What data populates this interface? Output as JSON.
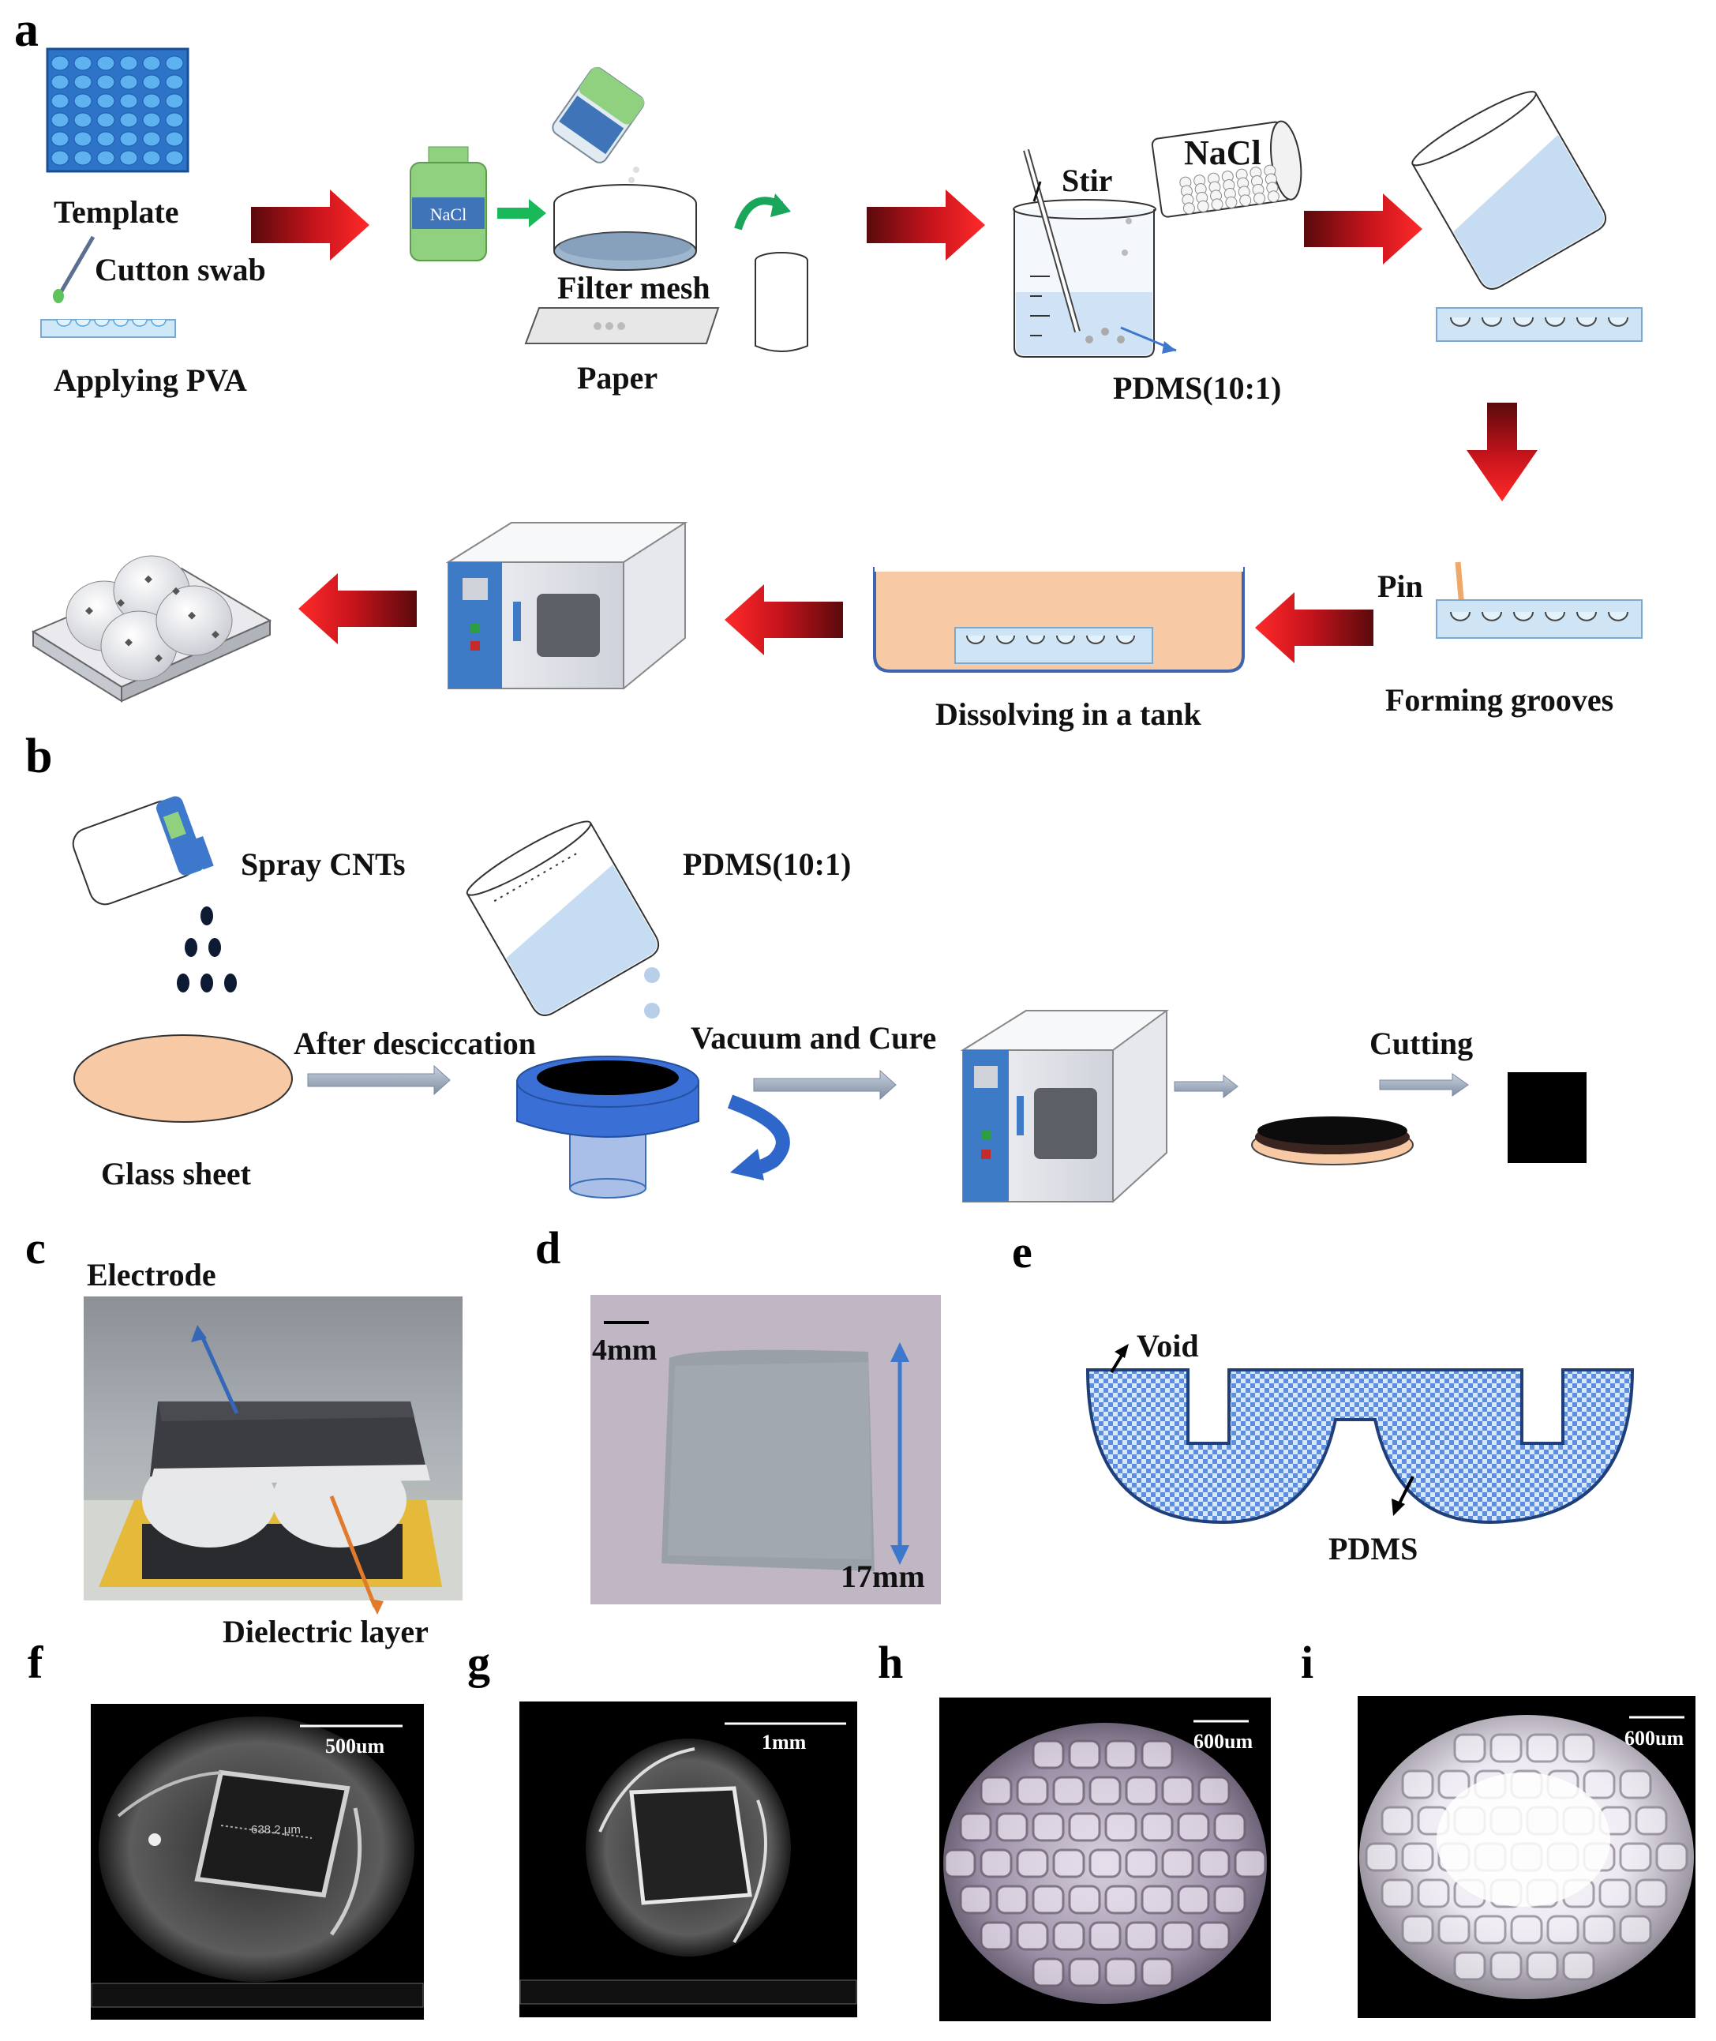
{
  "panels": {
    "a": {
      "letter": "a",
      "template": "Template",
      "swab": "Cutton swab",
      "pva": "Applying PVA",
      "nacl_bottle": "NaCl",
      "filter": "Filter mesh",
      "paper": "Paper",
      "stir": "Stir",
      "nacl_beaker": "NaCl",
      "pdms": "PDMS(10:1)",
      "pin": "Pin",
      "grooves": "Forming grooves",
      "tank": "Dissolving in a tank"
    },
    "b": {
      "letter": "b",
      "spray": "Spray CNTs",
      "pdms": "PDMS(10:1)",
      "after": "After desciccation",
      "vacuum": "Vacuum and Cure",
      "cutting": "Cutting",
      "glass": "Glass sheet"
    },
    "c": {
      "letter": "c",
      "electrode": "Electrode",
      "dielectric": "Dielectric layer"
    },
    "d": {
      "letter": "d",
      "scale": "4mm",
      "size": "17mm"
    },
    "e": {
      "letter": "e",
      "void": "Void",
      "pdms": "PDMS"
    },
    "f": {
      "letter": "f",
      "scale": "500um",
      "measure": "638.2 µm"
    },
    "g": {
      "letter": "g",
      "scale": "1mm"
    },
    "h": {
      "letter": "h",
      "scale": "600um"
    },
    "i": {
      "letter": "i",
      "scale": "600um"
    }
  },
  "colors": {
    "arrow_red": "#c8141c",
    "blue_dark": "#1f4f9a",
    "blue_mid": "#3e78cc",
    "blue_light": "#cfe5f6",
    "peach": "#f7c9a5",
    "green_bottle": "#8fd17e",
    "gray_arrow": "#9aa9bc"
  }
}
